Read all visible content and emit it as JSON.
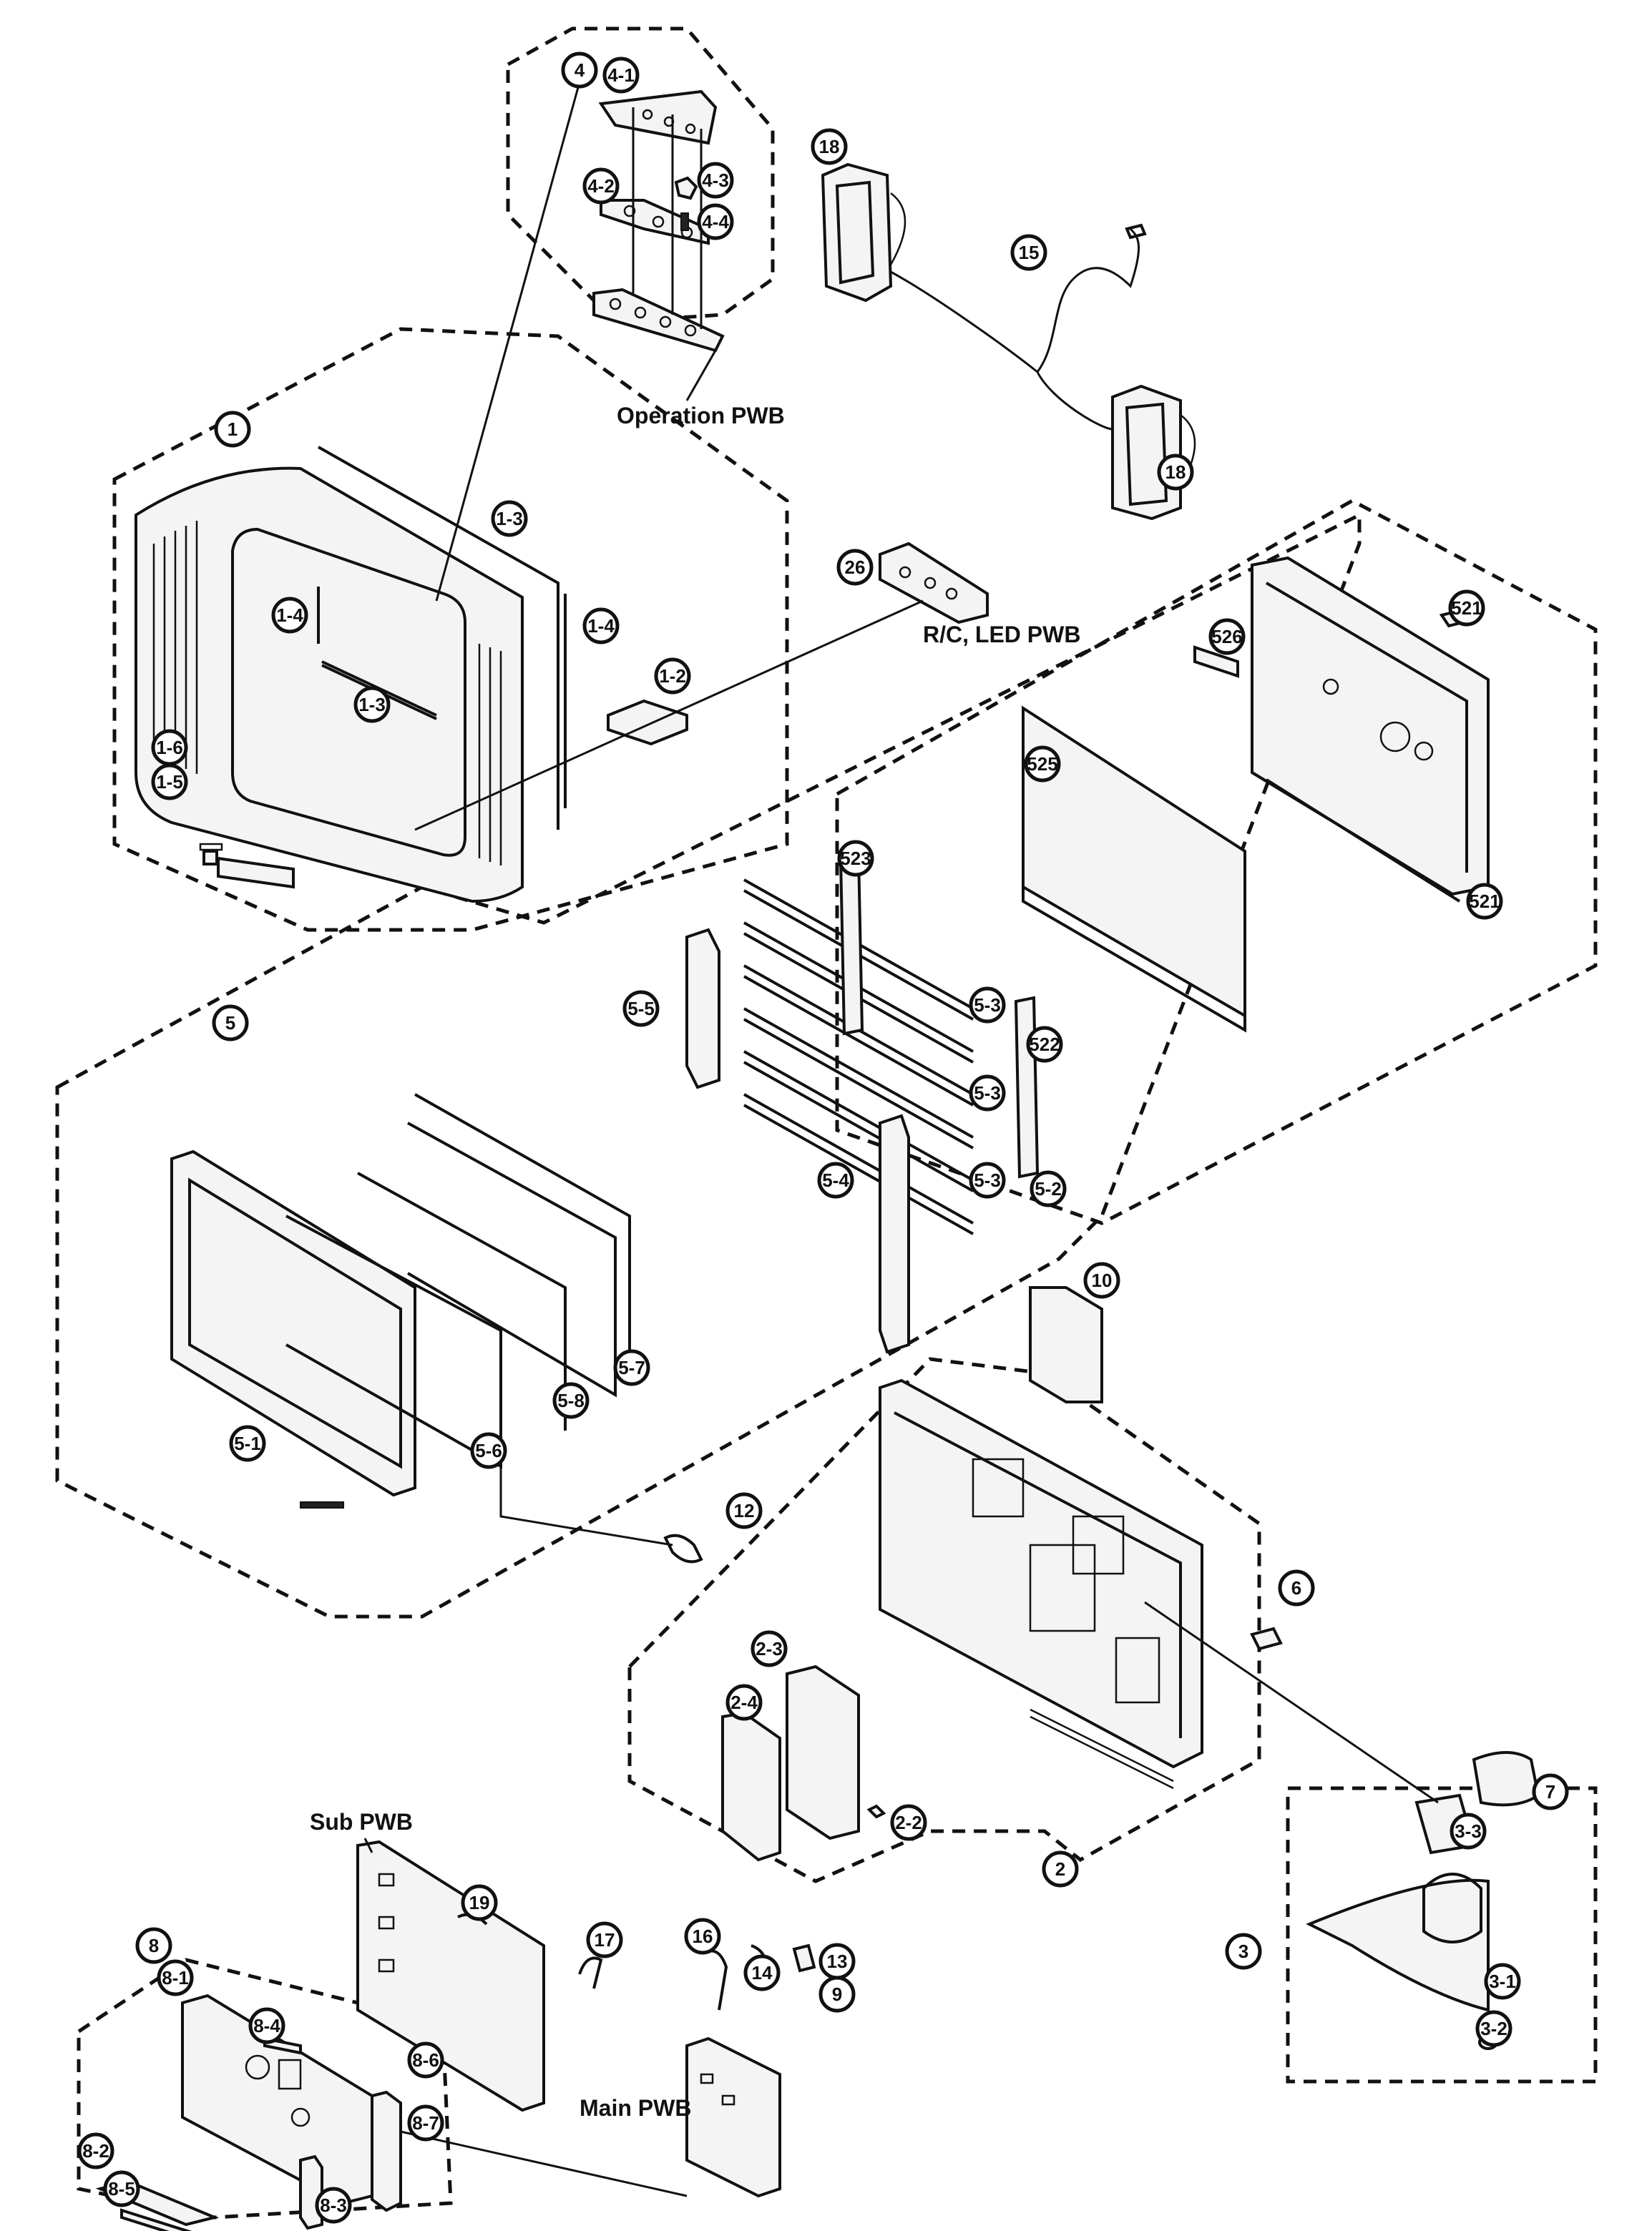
{
  "board_labels": {
    "operation": "Operation PWB",
    "rc_led": "R/C, LED PWB",
    "sub": "Sub PWB",
    "main": "Main PWB"
  },
  "callouts": {
    "p1": "1",
    "p1_2": "1-2",
    "p1_3a": "1-3",
    "p1_3b": "1-3",
    "p1_4a": "1-4",
    "p1_4b": "1-4",
    "p1_5": "1-5",
    "p1_6": "1-6",
    "p2": "2",
    "p2_2": "2-2",
    "p2_3": "2-3",
    "p2_4": "2-4",
    "p3": "3",
    "p3_1": "3-1",
    "p3_2": "3-2",
    "p3_3": "3-3",
    "p4": "4",
    "p4_1": "4-1",
    "p4_2": "4-2",
    "p4_3": "4-3",
    "p4_4": "4-4",
    "p5": "5",
    "p5_1": "5-1",
    "p5_2": "5-2",
    "p5_3a": "5-3",
    "p5_3b": "5-3",
    "p5_3c": "5-3",
    "p5_4": "5-4",
    "p5_5": "5-5",
    "p5_6": "5-6",
    "p5_7": "5-7",
    "p5_8": "5-8",
    "p521a": "521",
    "p521b": "521",
    "p522": "522",
    "p523": "523",
    "p525": "525",
    "p526": "526",
    "p6": "6",
    "p7": "7",
    "p8": "8",
    "p8_1": "8-1",
    "p8_2": "8-2",
    "p8_3": "8-3",
    "p8_4": "8-4",
    "p8_5": "8-5",
    "p8_6": "8-6",
    "p8_7": "8-7",
    "p9": "9",
    "p10": "10",
    "p12": "12",
    "p13": "13",
    "p14": "14",
    "p15": "15",
    "p16": "16",
    "p17": "17",
    "p18a": "18",
    "p18b": "18",
    "p19": "19",
    "p26": "26"
  }
}
